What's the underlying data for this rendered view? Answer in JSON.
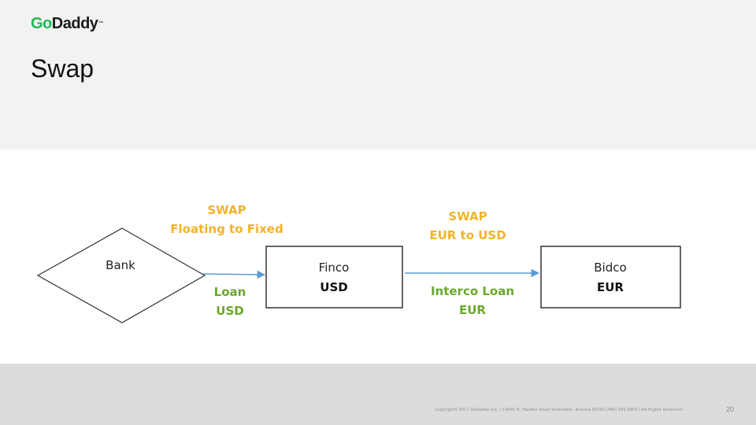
{
  "header": {
    "logo": {
      "go": "Go",
      "daddy": "Daddy",
      "tm": "™"
    },
    "title": "Swap"
  },
  "diagram": {
    "swap_left": {
      "line1": "SWAP",
      "line2": "Floating to Fixed"
    },
    "swap_right": {
      "line1": "SWAP",
      "line2": "EUR to USD"
    },
    "bank": {
      "label": "Bank"
    },
    "finco": {
      "name": "Finco",
      "currency": "USD"
    },
    "bidco": {
      "name": "Bidco",
      "currency": "EUR"
    },
    "loan": {
      "line1": "Loan",
      "line2": "USD"
    },
    "interco": {
      "line1": "Interco Loan",
      "line2": "EUR"
    },
    "colors": {
      "swap": "#f0b429",
      "loan": "#6aa829",
      "arrow": "#5b9bd5"
    }
  },
  "footer": {
    "copyright": "Copyright© 2017 GoDaddy Inc.  |  14455 N. Hayden Road Scottsdale, Arizona 85260 (480) 505-8800  |  All Rights Reserved.",
    "page_number": "20"
  }
}
